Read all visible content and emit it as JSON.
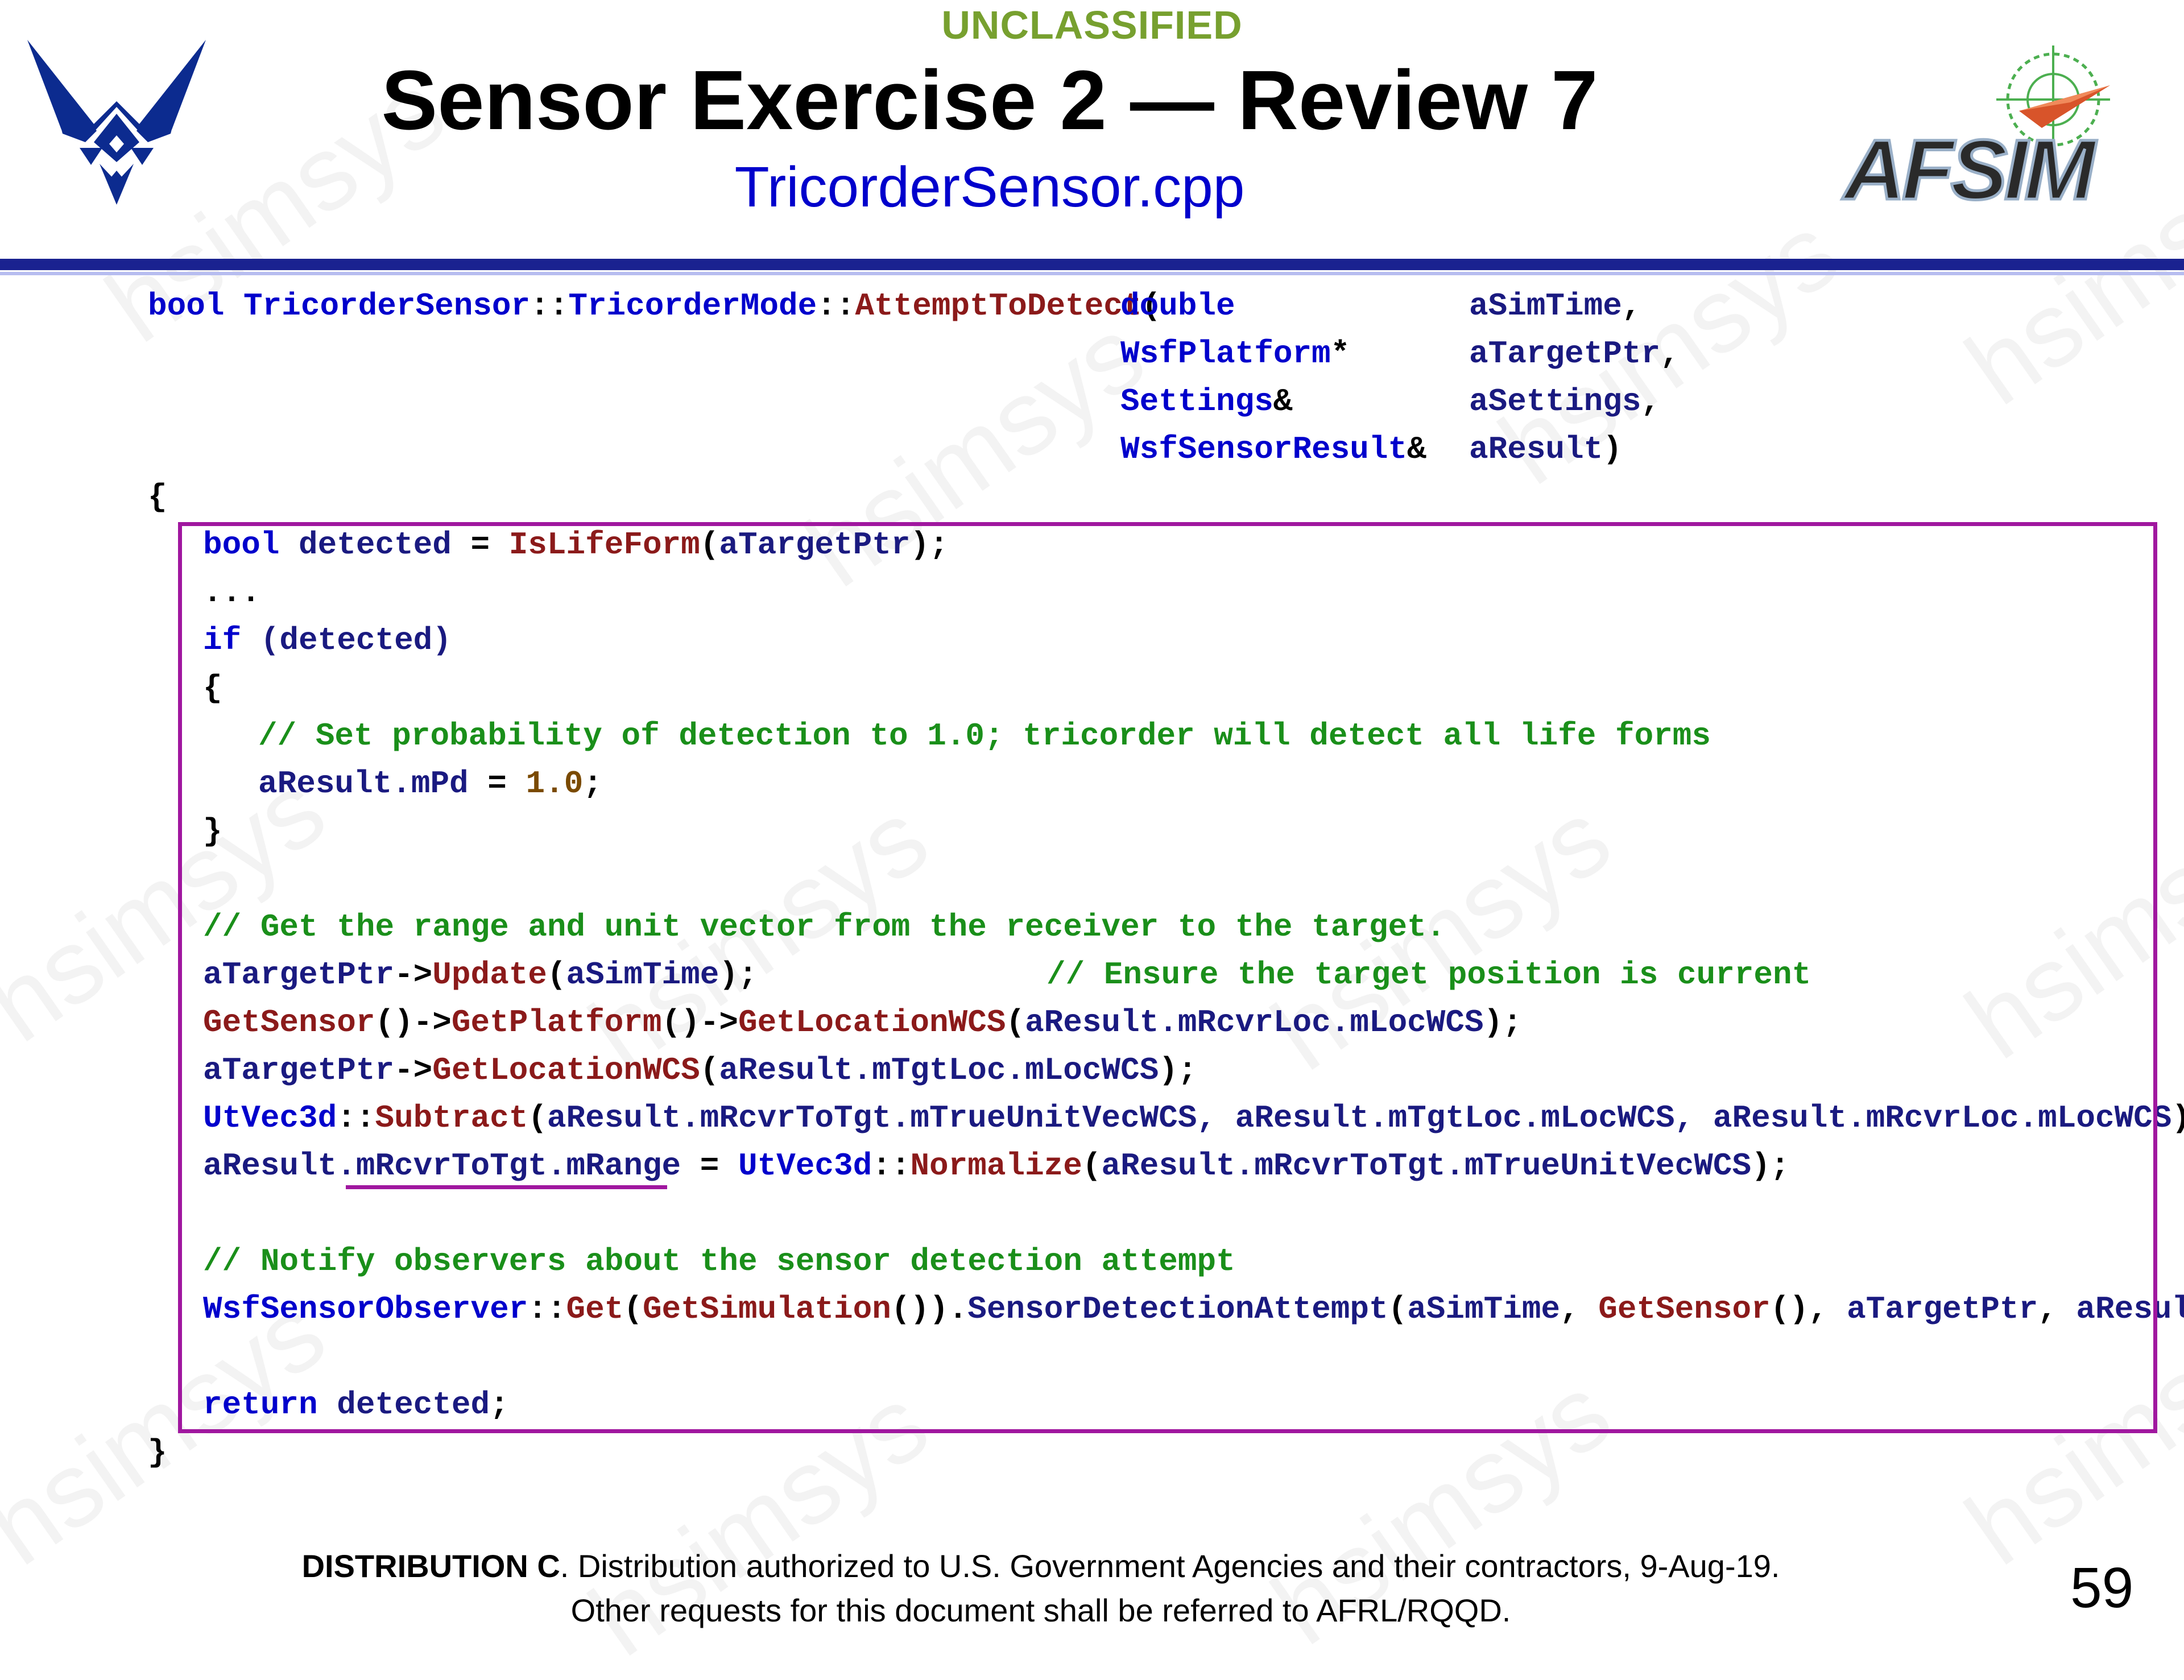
{
  "header": {
    "classification": "UNCLASSIFIED",
    "title": "Sensor Exercise 2 — Review 7",
    "subtitle": "TricorderSensor.cpp",
    "right_logo_text": "AFSIM"
  },
  "watermark": "hsimsys",
  "code": {
    "sig": {
      "ret": "bool",
      "cls": "TricorderSensor",
      "sep1": "::",
      "mode": "TricorderMode",
      "sep2": "::",
      "fn": "AttemptToDetect",
      "lparen": "(",
      "params": [
        {
          "type": "double",
          "suffix": "",
          "name": "aSimTime",
          "end": ","
        },
        {
          "type": "WsfPlatform",
          "suffix": "*",
          "name": "aTargetPtr",
          "end": ","
        },
        {
          "type": "Settings",
          "suffix": "&",
          "name": "aSettings",
          "end": ","
        },
        {
          "type": "WsfSensorResult",
          "suffix": "&",
          "name": "aResult",
          "end": ")"
        }
      ]
    },
    "open_brace": "{",
    "close_brace": "}",
    "body": {
      "l1": {
        "kw": "bool",
        "var": "detected",
        "eq": " = ",
        "fn": "IsLifeForm",
        "arg": "aTargetPtr",
        "end": ");"
      },
      "l2": "...",
      "l3": {
        "kw": "if",
        "rest": "(detected)"
      },
      "l4": "{",
      "l5": "// Set probability of detection to 1.0; tricorder will detect all life forms",
      "l6": {
        "lhs": "aResult.mPd",
        "eq": " = ",
        "num": "1.0",
        "end": ";"
      },
      "l7": "}",
      "l8": "// Get the range and unit vector from the receiver to the target.",
      "l9": {
        "obj": "aTargetPtr",
        "arrow": "->",
        "fn": "Update",
        "arg": "aSimTime",
        "end": ");",
        "comment": "// Ensure the target position is current"
      },
      "l10": {
        "fn1": "GetSensor",
        "p1": "()->",
        "fn2": "GetPlatform",
        "p2": "()->",
        "fn3": "GetLocationWCS",
        "arg": "aResult.mRcvrLoc.mLocWCS",
        "end": ");"
      },
      "l11": {
        "obj": "aTargetPtr",
        "arrow": "->",
        "fn": "GetLocationWCS",
        "arg": "aResult.mTgtLoc.mLocWCS",
        "end": ");"
      },
      "l12": {
        "cls": "UtVec3d",
        "sep": "::",
        "fn": "Subtract",
        "arg": "aResult.mRcvrToTgt.mTrueUnitVecWCS, aResult.mTgtLoc.mLocWCS, aResult.mRcvrLoc.mLocWCS",
        "end": ");"
      },
      "l13": {
        "lhs1": "aResult.",
        "lhs2": "mRcvrToTgt.mRange",
        "eq": " = ",
        "cls": "UtVec3d",
        "sep": "::",
        "fn": "Normalize",
        "arg": "aResult.mRcvrToTgt.mTrueUnitVecWCS",
        "end": ");"
      },
      "l14": "// Notify observers about the sensor detection attempt",
      "l15": {
        "cls": "WsfSensorObserver",
        "sep": "::",
        "fn1": "Get",
        "fn2": "GetSimulation",
        "mid": "()).",
        "method": "SensorDetectionAttempt",
        "a1": "aSimTime",
        "comma": ", ",
        "fn3": "GetSensor",
        "paren": "()",
        "a2": "aTargetPtr",
        "a3": "aResult",
        "end": ");"
      },
      "l16": {
        "kw": "return",
        "var": "detected",
        "end": ";"
      }
    }
  },
  "footer": {
    "distribution_bold": "DISTRIBUTION C",
    "distribution_text": ". Distribution authorized to U.S. Government Agencies and their contractors, 9-Aug-19.",
    "line2": "Other requests for this document shall be referred to AFRL/RQQD.",
    "page_number": "59"
  }
}
